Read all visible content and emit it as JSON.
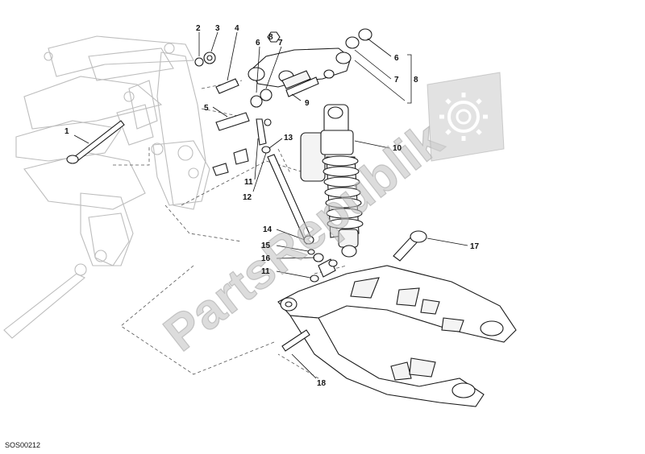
{
  "diagram": {
    "callouts": {
      "c1": "1",
      "c2": "2",
      "c3": "3",
      "c4": "4",
      "c5": "5",
      "c6a": "6",
      "c7a": "7",
      "c8a": "8",
      "c6b": "6",
      "c7b": "7",
      "c8b": "8",
      "c9": "9",
      "c10": "10",
      "c11a": "11",
      "c12": "12",
      "c13": "13",
      "c14": "14",
      "c15": "15",
      "c16": "16",
      "c11b": "11",
      "c17": "17",
      "c18": "18"
    },
    "drawing_code": "SOS00212"
  },
  "watermark": {
    "text": "PartsRepublik",
    "icon": "gear-icon",
    "color": "#bfbfbf"
  },
  "colors": {
    "line": "#1a1a1a",
    "frame": "#bdbdbd"
  }
}
